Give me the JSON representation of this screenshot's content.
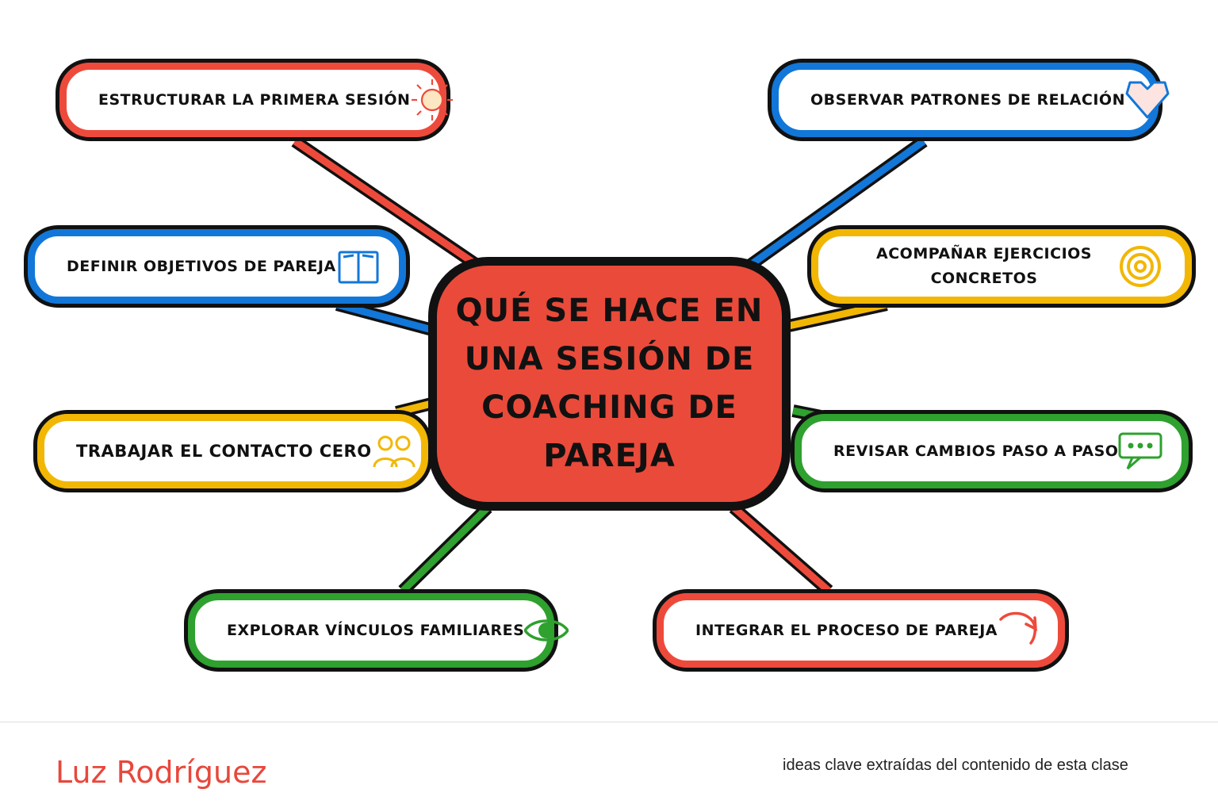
{
  "center_title": "QUÉ SE HACE EN UNA SESIÓN DE COACHING DE PAREJA",
  "colors": {
    "red": "#ee4a3c",
    "blue": "#1277d8",
    "yellow": "#f2b705",
    "green": "#2ea12e",
    "center": "#ea4a3a",
    "outline": "#111111"
  },
  "nodes": [
    {
      "label": "ESTRUCTURAR LA PRIMERA SESIÓN",
      "color": "#ee4a3c",
      "icon": "sun-icon"
    },
    {
      "label": "OBSERVAR PATRONES DE RELACIÓN",
      "color": "#1277d8",
      "icon": "heart-icon"
    },
    {
      "label": "DEFINIR OBJETIVOS DE PAREJA",
      "color": "#1277d8",
      "icon": "book-icon"
    },
    {
      "label": "ACOMPAÑAR EJERCICIOS CONCRETOS",
      "color": "#f2b705",
      "icon": "target-icon"
    },
    {
      "label": "TRABAJAR EL CONTACTO CERO",
      "color": "#f2b705",
      "icon": "people-icon"
    },
    {
      "label": "REVISAR CAMBIOS PASO A PASO",
      "color": "#2ea12e",
      "icon": "chat-icon"
    },
    {
      "label": "EXPLORAR VÍNCULOS FAMILIARES",
      "color": "#2ea12e",
      "icon": "eye-icon"
    },
    {
      "label": "INTEGRAR EL PROCESO DE PAREJA",
      "color": "#ee4a3c",
      "icon": "refresh-arrow-icon"
    }
  ],
  "footer": {
    "author": "Luz Rodríguez",
    "caption": "ideas clave extraídas del contenido de esta clase"
  }
}
